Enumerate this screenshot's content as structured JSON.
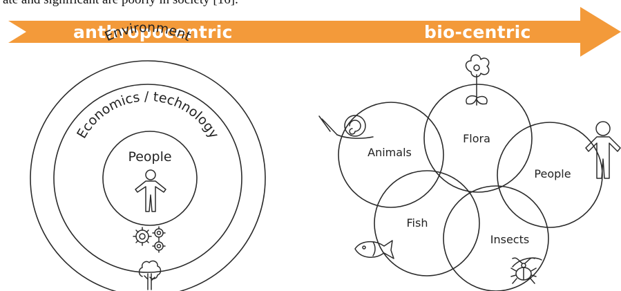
{
  "caption_fragment": "ate and significant are poorly in society [16].",
  "arrow": {
    "left_label": "anthropocentric",
    "right_label": "bio-centric",
    "color": "#F39A3A"
  },
  "anthropocentric_diagram": {
    "outer_ring": "Environment",
    "middle_ring": "Economics / technology",
    "center": "People",
    "icons": [
      "person-icon",
      "gears-icon",
      "tree-icon"
    ]
  },
  "biocentric_diagram": {
    "nodes": [
      "Animals",
      "Flora",
      "People",
      "Fish",
      "Insects"
    ],
    "icons": [
      "snail-icon",
      "flower-icon",
      "person-icon",
      "fish-icon",
      "beetle-icon"
    ]
  }
}
